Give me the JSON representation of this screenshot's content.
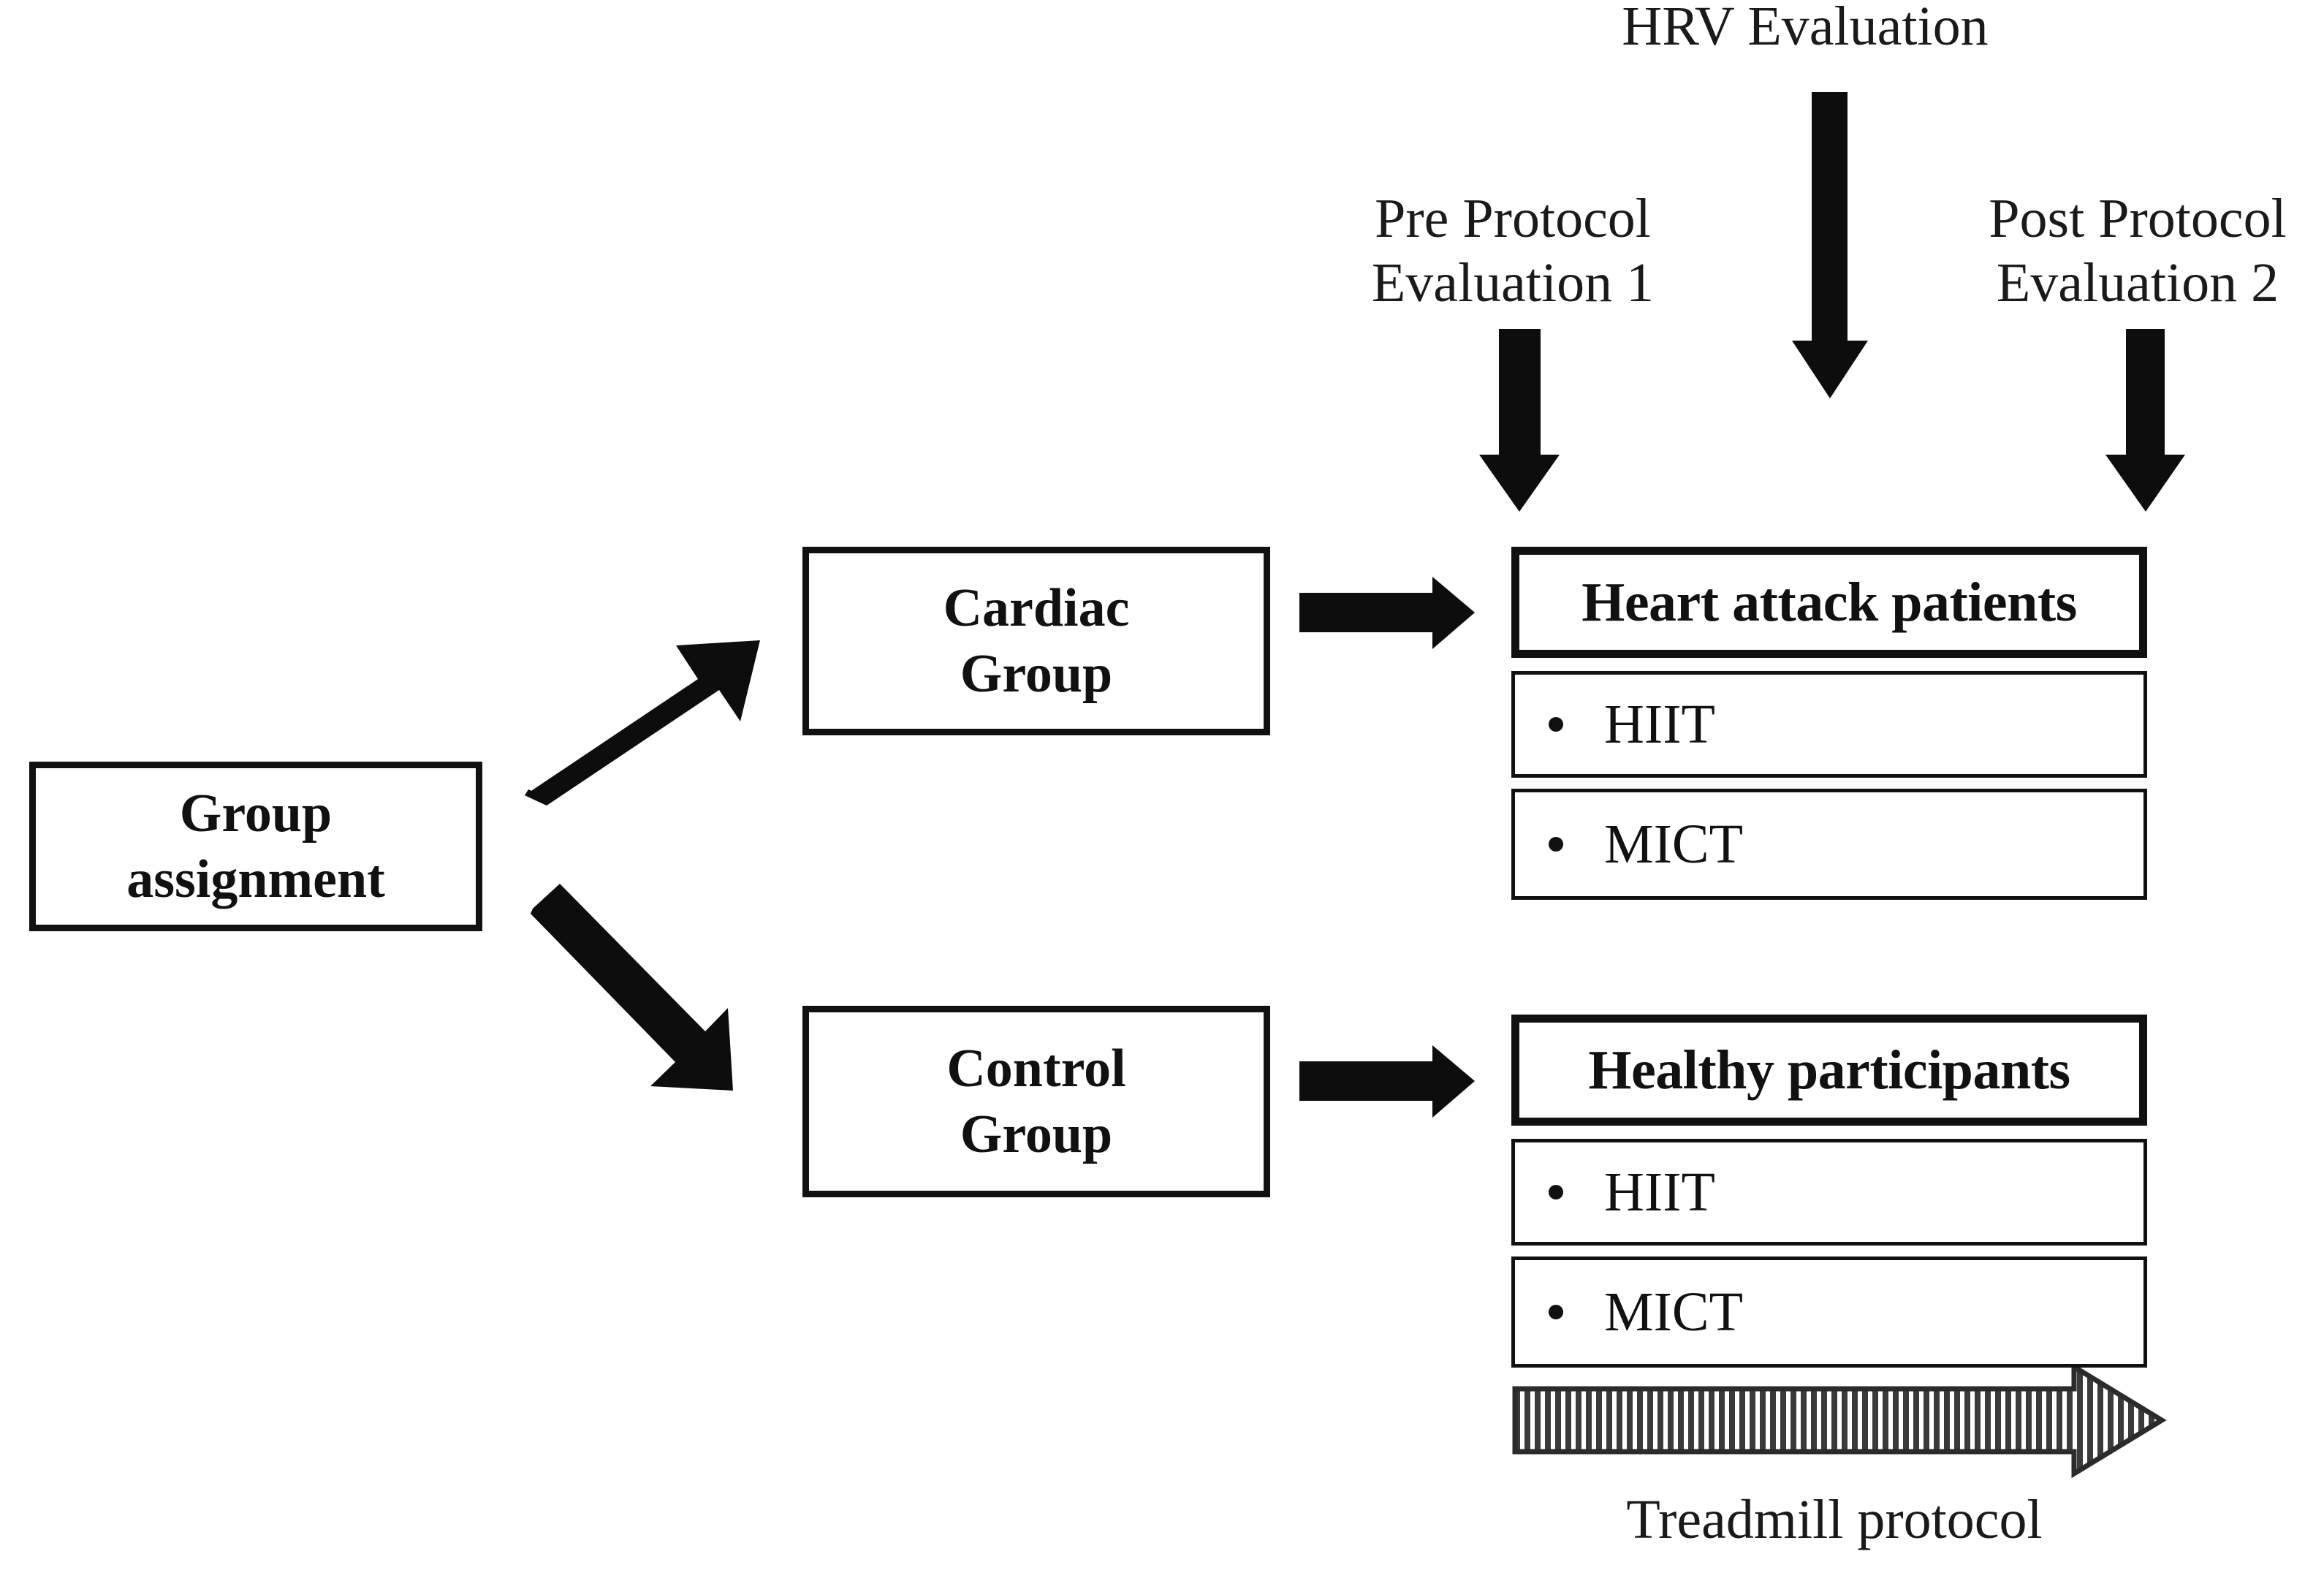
{
  "figure": {
    "type": "flowchart",
    "title": "Study design flow diagram",
    "background": "#ffffff",
    "stroke_color": "#111111"
  },
  "annotations": {
    "hrv_evaluation": "HRV Evaluation",
    "pre_protocol": "Pre Protocol\nEvaluation 1",
    "post_protocol": "Post Protocol\nEvaluation 2",
    "treadmill_protocol": "Treadmill protocol"
  },
  "nodes": {
    "group_assignment": "Group\nassignment",
    "cardiac_group": "Cardiac\nGroup",
    "control_group": "Control\nGroup"
  },
  "stacks": [
    {
      "header": "Heart attack patients",
      "items": [
        "HIIT",
        "MICT"
      ]
    },
    {
      "header": "Healthy participants",
      "items": [
        "HIIT",
        "MICT"
      ]
    }
  ],
  "arrows": {
    "branch_up": "group-assignment-to-cardiac-group",
    "branch_down": "group-assignment-to-control-group",
    "cardiac_to_patients": "cardiac-group-to-heart-attack-patients",
    "control_to_healthy": "control-group-to-healthy-participants",
    "pre_protocol_down": "pre-protocol-evaluation-down-arrow",
    "hrv_down": "hrv-evaluation-down-arrow",
    "post_protocol_down": "post-protocol-evaluation-down-arrow",
    "treadmill": "treadmill-protocol-striped-arrow"
  }
}
